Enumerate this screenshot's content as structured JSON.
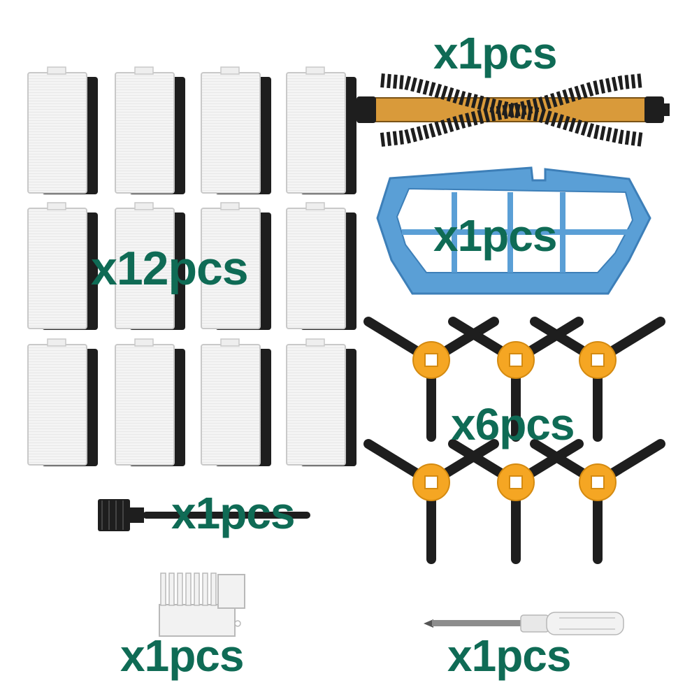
{
  "colors": {
    "label_green": "#0f6b55",
    "filter_white": "#f2f2f2",
    "sponge_black": "#1e1e1e",
    "roller_orange": "#d99a3a",
    "primary_filter_blue": "#5a9fd6",
    "side_brush_hub": "#f5a623"
  },
  "icons": [
    "hepa-filter-icon",
    "main-roller-brush-icon",
    "primary-filter-icon",
    "side-brush-icon",
    "cleaning-brush-icon",
    "cleaning-comb-tool-icon",
    "screwdriver-icon"
  ],
  "labels": {
    "filters": "x12pcs",
    "roller_brush": "x1pcs",
    "primary_filter": "x1pcs",
    "side_brushes": "x6pcs",
    "cleaning_brush": "x1pcs",
    "comb_tool": "x1pcs",
    "screwdriver": "x1pcs"
  }
}
